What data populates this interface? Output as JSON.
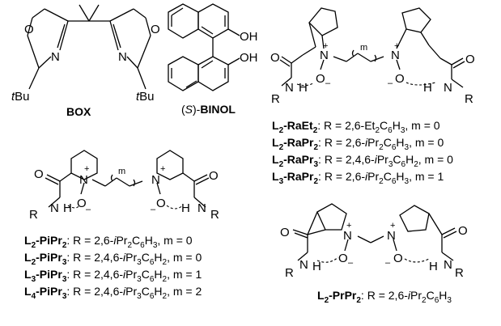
{
  "molecules": {
    "box": {
      "name": "BOX",
      "atoms": {
        "o": "O",
        "n": "N",
        "tbu_prefix": "t",
        "tbu_rest": "Bu"
      }
    },
    "binol": {
      "prefix_open": "(",
      "prefix_config": "S",
      "prefix_close": ")-",
      "name": "BINOL",
      "oh": "OH"
    },
    "ra": {
      "atoms": {
        "o": "O",
        "n": "N",
        "h": "H",
        "r": "R",
        "plus": "+",
        "minus": "–",
        "m": "m"
      },
      "labels": [
        {
          "ligand_id": "L",
          "ligand_sub": "2",
          "code": "-RaEt",
          "code_sub": "2",
          "text": ": R = 2,6-Et",
          "g1": "2",
          "t2": "C",
          "t3": "6",
          "t4": "H",
          "t5": "3",
          "tail": ", m = 0"
        },
        {
          "ligand_id": "L",
          "ligand_sub": "2",
          "code": "-RaPr",
          "code_sub": "2",
          "text": ": R = 2,6-",
          "ipr": "i",
          "pr": "Pr",
          "g1": "2",
          "t2": "C",
          "t3": "6",
          "t4": "H",
          "t5": "3",
          "tail": ", m = 0"
        },
        {
          "ligand_id": "L",
          "ligand_sub": "2",
          "code": "-RaPr",
          "code_sub": "3",
          "text": ": R = 2,4,6-",
          "ipr": "i",
          "pr": "Pr",
          "g1": "3",
          "t2": "C",
          "t3": "6",
          "t4": "H",
          "t5": "2",
          "tail": ", m = 0"
        },
        {
          "ligand_id": "L",
          "ligand_sub": "3",
          "code": "-RaPr",
          "code_sub": "2",
          "text": ": R = 2,6-",
          "ipr": "i",
          "pr": "Pr",
          "g1": "2",
          "t2": "C",
          "t3": "6",
          "t4": "H",
          "t5": "3",
          "tail": ", m = 1"
        }
      ]
    },
    "pi": {
      "labels": [
        {
          "ligand_id": "L",
          "ligand_sub": "2",
          "code": "-PiPr",
          "code_sub": "2",
          "text": ": R = 2,6-",
          "ipr": "i",
          "pr": "Pr",
          "g1": "2",
          "t2": "C",
          "t3": "6",
          "t4": "H",
          "t5": "3",
          "tail": ", m = 0"
        },
        {
          "ligand_id": "L",
          "ligand_sub": "2",
          "code": "-PiPr",
          "code_sub": "3",
          "text": ": R = 2,4,6-",
          "ipr": "i",
          "pr": "Pr",
          "g1": "3",
          "t2": "C",
          "t3": "6",
          "t4": "H",
          "t5": "2",
          "tail": ", m = 0"
        },
        {
          "ligand_id": "L",
          "ligand_sub": "3",
          "code": "-PiPr",
          "code_sub": "3",
          "text": ": R = 2,4,6-",
          "ipr": "i",
          "pr": "Pr",
          "g1": "3",
          "t2": "C",
          "t3": "6",
          "t4": "H",
          "t5": "2",
          "tail": ", m = 1"
        },
        {
          "ligand_id": "L",
          "ligand_sub": "4",
          "code": "-PiPr",
          "code_sub": "3",
          "text": ": R = 2,4,6-",
          "ipr": "i",
          "pr": "Pr",
          "g1": "3",
          "t2": "C",
          "t3": "6",
          "t4": "H",
          "t5": "2",
          "tail": ", m = 2"
        }
      ]
    },
    "pr": {
      "label": {
        "ligand_id": "L",
        "ligand_sub": "2",
        "code": "-PrPr",
        "code_sub": "2",
        "text": ": R = 2,6-",
        "ipr": "i",
        "pr": "Pr",
        "g1": "2",
        "t2": "C",
        "t3": "6",
        "t4": "H",
        "t5": "3"
      }
    }
  }
}
